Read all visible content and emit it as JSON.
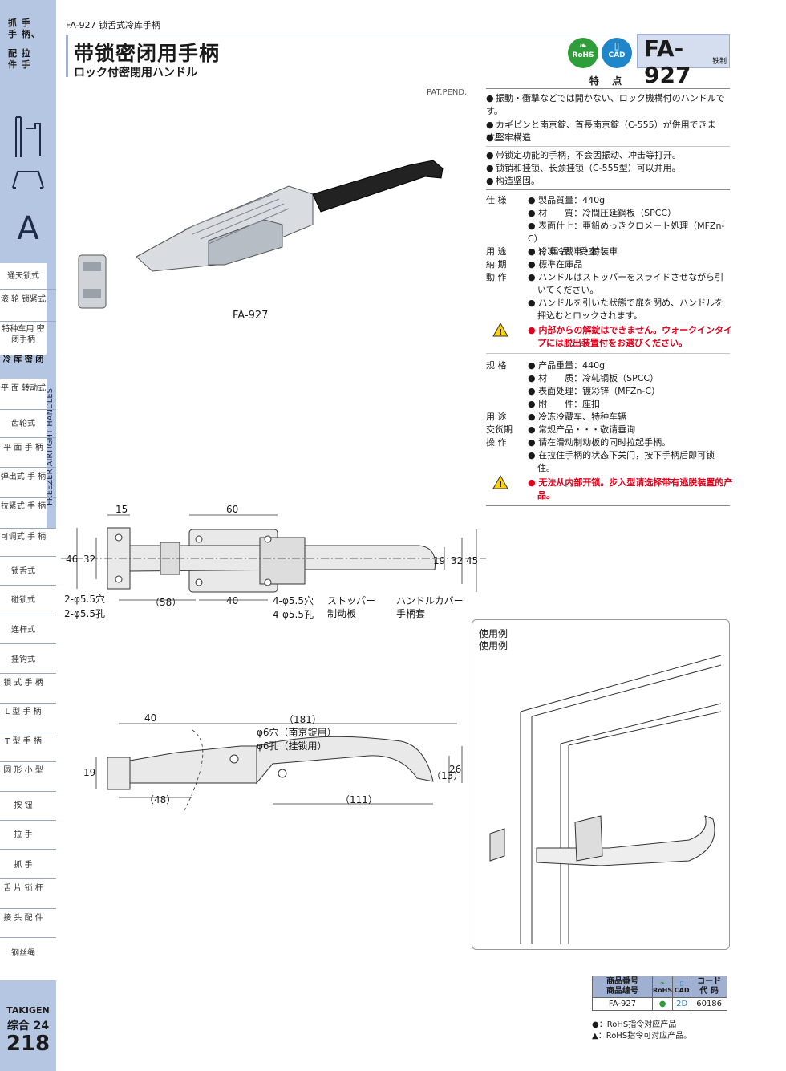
{
  "sidebar": {
    "categories": [
      "手 柄、",
      "抓 手、",
      "拉 手",
      "配 件"
    ],
    "category_lines": [
      "抓 手",
      "手 柄、",
      "配 拉",
      "件 手"
    ],
    "letter": "A",
    "items": [
      {
        "label": "通天锁式"
      },
      {
        "label": "滚 轮 锁紧式"
      },
      {
        "label": "特种车用 密闭手柄"
      },
      {
        "label": "冷 库 密 闭"
      },
      {
        "label": "平 面 转动式"
      },
      {
        "label": "齿轮式"
      },
      {
        "label": "平 面 手 柄"
      },
      {
        "label": "弹出式 手 柄"
      },
      {
        "label": "拉紧式 手 柄"
      },
      {
        "label": "可调式 手 柄"
      },
      {
        "label": "锁舌式"
      },
      {
        "label": "碰锁式"
      },
      {
        "label": "连杆式"
      },
      {
        "label": "挂钩式"
      },
      {
        "label": "锁 式 手 柄"
      },
      {
        "label": "L 型 手 柄"
      },
      {
        "label": "T 型 手 柄"
      },
      {
        "label": "圆 形 小 型"
      },
      {
        "label": "按 钮"
      },
      {
        "label": "拉 手"
      },
      {
        "label": "抓 手"
      },
      {
        "label": "舌 片 锁 杆"
      },
      {
        "label": "接 头 配 件"
      },
      {
        "label": "钢丝绳"
      }
    ],
    "vertical_label": "FREEZER AIRTIGHT HANDLES",
    "brand": "TAKIGEN",
    "book": "综合 24",
    "page": "218"
  },
  "header": {
    "breadcrumb": "FA-927   锁舌式冷库手柄",
    "title_zh": "带锁密闭用手柄",
    "title_jp": "ロック付密閉用ハンドル",
    "patent": "PAT.PEND.",
    "rohs": "RoHS",
    "cad": "CAD",
    "model": "FA-927",
    "material": "铁制"
  },
  "photo": {
    "caption": "FA-927"
  },
  "features": {
    "title": "特 点",
    "jp": [
      "振動・衝撃などでは開かない、ロック機構付のハンドルです。",
      "カギピンと南京錠、首長南京錠（C-555）が併用できます。",
      "堅牢構造"
    ],
    "zh": [
      "带锁定功能的手柄，不会因振动、冲击等打开。",
      "锁销和挂锁、长颈挂锁（C-555型）可以并用。",
      "构造坚固。"
    ]
  },
  "spec_jp": {
    "k_spec": "仕 様",
    "spec": [
      "製品質量：440g",
      "材　　質：冷間圧延鋼板（SPCC）",
      "表面仕上：亜鉛めっきクロメート処理（MFZn-C）",
      "付 属 品：受座"
    ],
    "k_use": "用 途",
    "use": "冷凍冷蔵車・特装車",
    "k_delivery": "納 期",
    "delivery": "標準在庫品",
    "k_action": "動 作",
    "action": [
      "ハンドルはストッパーをスライドさせながら引いてください。",
      "ハンドルを引いた状態で扉を閉め、ハンドルを押込むとロックされます。"
    ],
    "warning": "内部からの解錠はできません。ウォークインタイプには脱出装置付をお選びください。"
  },
  "spec_zh": {
    "k_spec": "规 格",
    "spec": [
      "产品重量：440g",
      "材　　质：冷轧钢板（SPCC）",
      "表面处理：镀彩锌（MFZn-C）",
      "附　　件：座扣"
    ],
    "k_use": "用 途",
    "use": "冷冻冷藏车、特种车辆",
    "k_delivery": "交货期",
    "delivery": "常规产品・・・敬请垂询",
    "k_action": "操 作",
    "action": [
      "请在滑动制动板的同时拉起手柄。",
      "在拉住手柄的状态下关门，按下手柄后即可锁住。"
    ],
    "warning": "无法从内部开锁。步入型请选择带有逃脱装置的产品。"
  },
  "drawing1": {
    "d15": "15",
    "d60": "60",
    "d46": "46",
    "d32a": "32",
    "d19": "19",
    "d32b": "32",
    "d45": "45",
    "d58": "（58）",
    "d40": "40",
    "hole2_jp": "2-φ5.5穴",
    "hole2_zh": "2-φ5.5孔",
    "hole4_jp": "4-φ5.5穴",
    "hole4_zh": "4-φ5.5孔",
    "stopper_jp": "ストッパー",
    "stopper_zh": "制动板",
    "cover_jp": "ハンドルカバー",
    "cover_zh": "手柄套"
  },
  "drawing2": {
    "d40": "40",
    "d181": "（181）",
    "d19": "19",
    "d48": "（48）",
    "d111": "（111）",
    "d13": "（13）",
    "d26": "26",
    "hole_jp": "φ6穴（南京錠用）",
    "hole_zh": "φ6孔（挂锁用）"
  },
  "usage": {
    "title_jp": "使用例",
    "title_zh": "使用例"
  },
  "table": {
    "h_code_jp": "商品番号",
    "h_code_zh": "商品编号",
    "h_rohs": "RoHS",
    "h_cad": "CAD",
    "h_code2_jp": "コード",
    "h_code2_zh": "代 码",
    "row": {
      "code": "FA-927",
      "rohs": "●",
      "cad": "2D",
      "number": "60186"
    }
  },
  "legend": {
    "circle": "●：RoHS指令对应产品",
    "triangle": "▲：RoHS指令可对应产品。"
  },
  "colors": {
    "sidebar": "#b5c6e2",
    "rohs_green": "#2f9e3a",
    "cad_blue": "#1f86c9",
    "warning_red": "#e0001b"
  }
}
